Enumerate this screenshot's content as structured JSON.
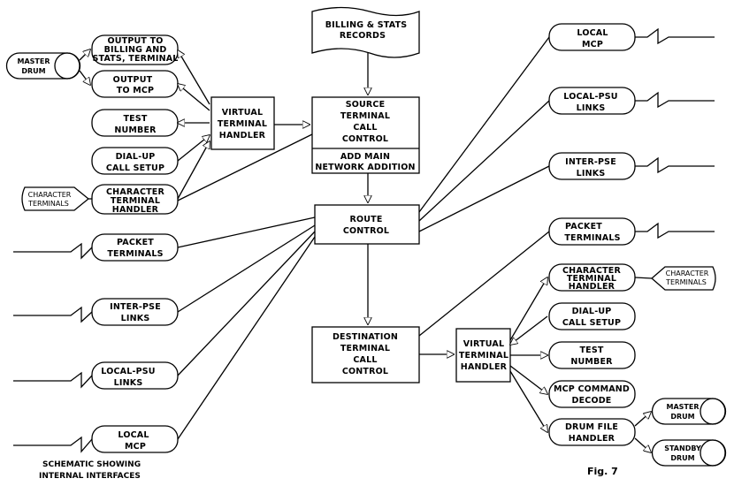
{
  "caption": {
    "line1": "SCHEMATIC SHOWING",
    "line2": "INTERNAL INTERFACES"
  },
  "figure_label": "Fig. 7",
  "records": {
    "line1": "BILLING & STATS",
    "line2": "RECORDS"
  },
  "boxes": {
    "source_terminal_call_control": [
      "SOURCE",
      "TERMINAL",
      "CALL",
      "CONTROL"
    ],
    "add_main_network_addition": [
      "ADD MAIN",
      "NETWORK ADDITION"
    ],
    "route_control": [
      "ROUTE",
      "CONTROL"
    ],
    "destination_terminal_call_control": [
      "DESTINATION",
      "TERMINAL",
      "CALL",
      "CONTROL"
    ],
    "vth_left": [
      "VIRTUAL",
      "TERMINAL",
      "HANDLER"
    ],
    "vth_right": [
      "VIRTUAL",
      "TERMINAL",
      "HANDLER"
    ]
  },
  "left_modules": {
    "output_billing": [
      "OUTPUT TO",
      "BILLING AND",
      "STATS, TERMINAL"
    ],
    "output_mcp": [
      "OUTPUT",
      "TO MCP"
    ],
    "test_number": [
      "TEST",
      "NUMBER"
    ],
    "dial_up": [
      "DIAL-UP",
      "CALL SETUP"
    ],
    "character_terminal_handler": [
      "CHARACTER",
      "TERMINAL",
      "HANDLER"
    ],
    "packet_terminals": [
      "PACKET",
      "TERMINALS"
    ],
    "inter_pse_links": [
      "INTER-PSE",
      "LINKS"
    ],
    "local_psu_links": [
      "LOCAL-PSU",
      "LINKS"
    ],
    "local_mcp": [
      "LOCAL",
      "MCP"
    ]
  },
  "right_modules": {
    "local_mcp": [
      "LOCAL",
      "MCP"
    ],
    "local_psu_links": [
      "LOCAL-PSU",
      "LINKS"
    ],
    "inter_pse_links": [
      "INTER-PSE",
      "LINKS"
    ],
    "packet_terminals": [
      "PACKET",
      "TERMINALS"
    ],
    "character_terminal_handler": [
      "CHARACTER",
      "TERMINAL",
      "HANDLER"
    ],
    "dial_up": [
      "DIAL-UP",
      "CALL SETUP"
    ],
    "test_number": [
      "TEST",
      "NUMBER"
    ],
    "mcp_command_decode": [
      "MCP COMMAND",
      "DECODE"
    ],
    "drum_file_handler": [
      "DRUM FILE",
      "HANDLER"
    ]
  },
  "drums": {
    "master_left": [
      "MASTER",
      "DRUM"
    ],
    "master_right": [
      "MASTER",
      "DRUM"
    ],
    "standby_right": [
      "STANDBY",
      "DRUM"
    ]
  },
  "character_terminals": {
    "left": [
      "CHARACTER",
      "TERMINALS"
    ],
    "right": [
      "CHARACTER",
      "TERMINALS"
    ]
  }
}
